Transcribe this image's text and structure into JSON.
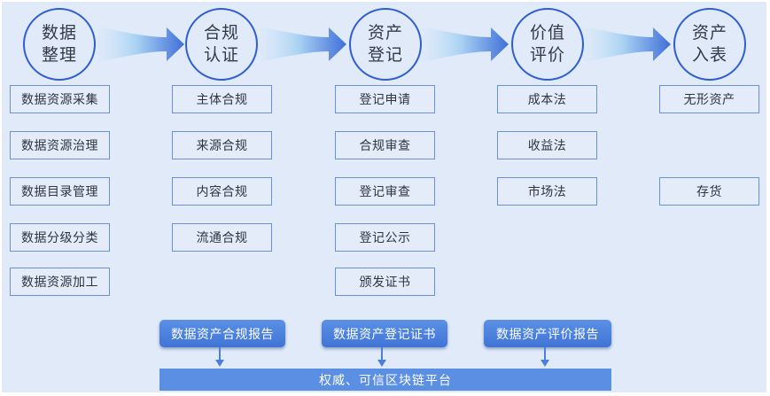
{
  "colors": {
    "background": "#e1eaf9",
    "circle_border": "#2d5fd3",
    "box_border": "#6a8fdc",
    "report_fill": "#4a7fdd",
    "platform_fill": "#5a8fe3",
    "arrow_start": "#cfe6f8",
    "arrow_end": "#3f6fd8"
  },
  "stages": [
    {
      "title_line1": "数据",
      "title_line2": "整理",
      "icon": "circle-node",
      "steps": [
        "数据资源采集",
        "数据资源治理",
        "数据目录管理",
        "数据分级分类",
        "数据资源加工"
      ]
    },
    {
      "title_line1": "合规",
      "title_line2": "认证",
      "icon": "circle-node",
      "steps": [
        "主体合规",
        "来源合规",
        "内容合规",
        "流通合规"
      ]
    },
    {
      "title_line1": "资产",
      "title_line2": "登记",
      "icon": "circle-node",
      "steps": [
        "登记申请",
        "合规审查",
        "登记审查",
        "登记公示",
        "颁发证书"
      ]
    },
    {
      "title_line1": "价值",
      "title_line2": "评价",
      "icon": "circle-node",
      "steps": [
        "成本法",
        "收益法",
        "市场法"
      ]
    },
    {
      "title_line1": "资产",
      "title_line2": "入表",
      "icon": "circle-node",
      "steps": [
        "无形资产",
        "存货"
      ]
    }
  ],
  "flow_arrows": [
    "arrow-right-gradient",
    "arrow-right-gradient",
    "arrow-right-gradient",
    "arrow-right-gradient"
  ],
  "outputs": [
    {
      "label": "数据资产合规报告",
      "icon": "arrow-down"
    },
    {
      "label": "数据资产登记证书",
      "icon": "arrow-down"
    },
    {
      "label": "数据资产评价报告",
      "icon": "arrow-down"
    }
  ],
  "platform": {
    "label": "权威、可信区块链平台"
  }
}
